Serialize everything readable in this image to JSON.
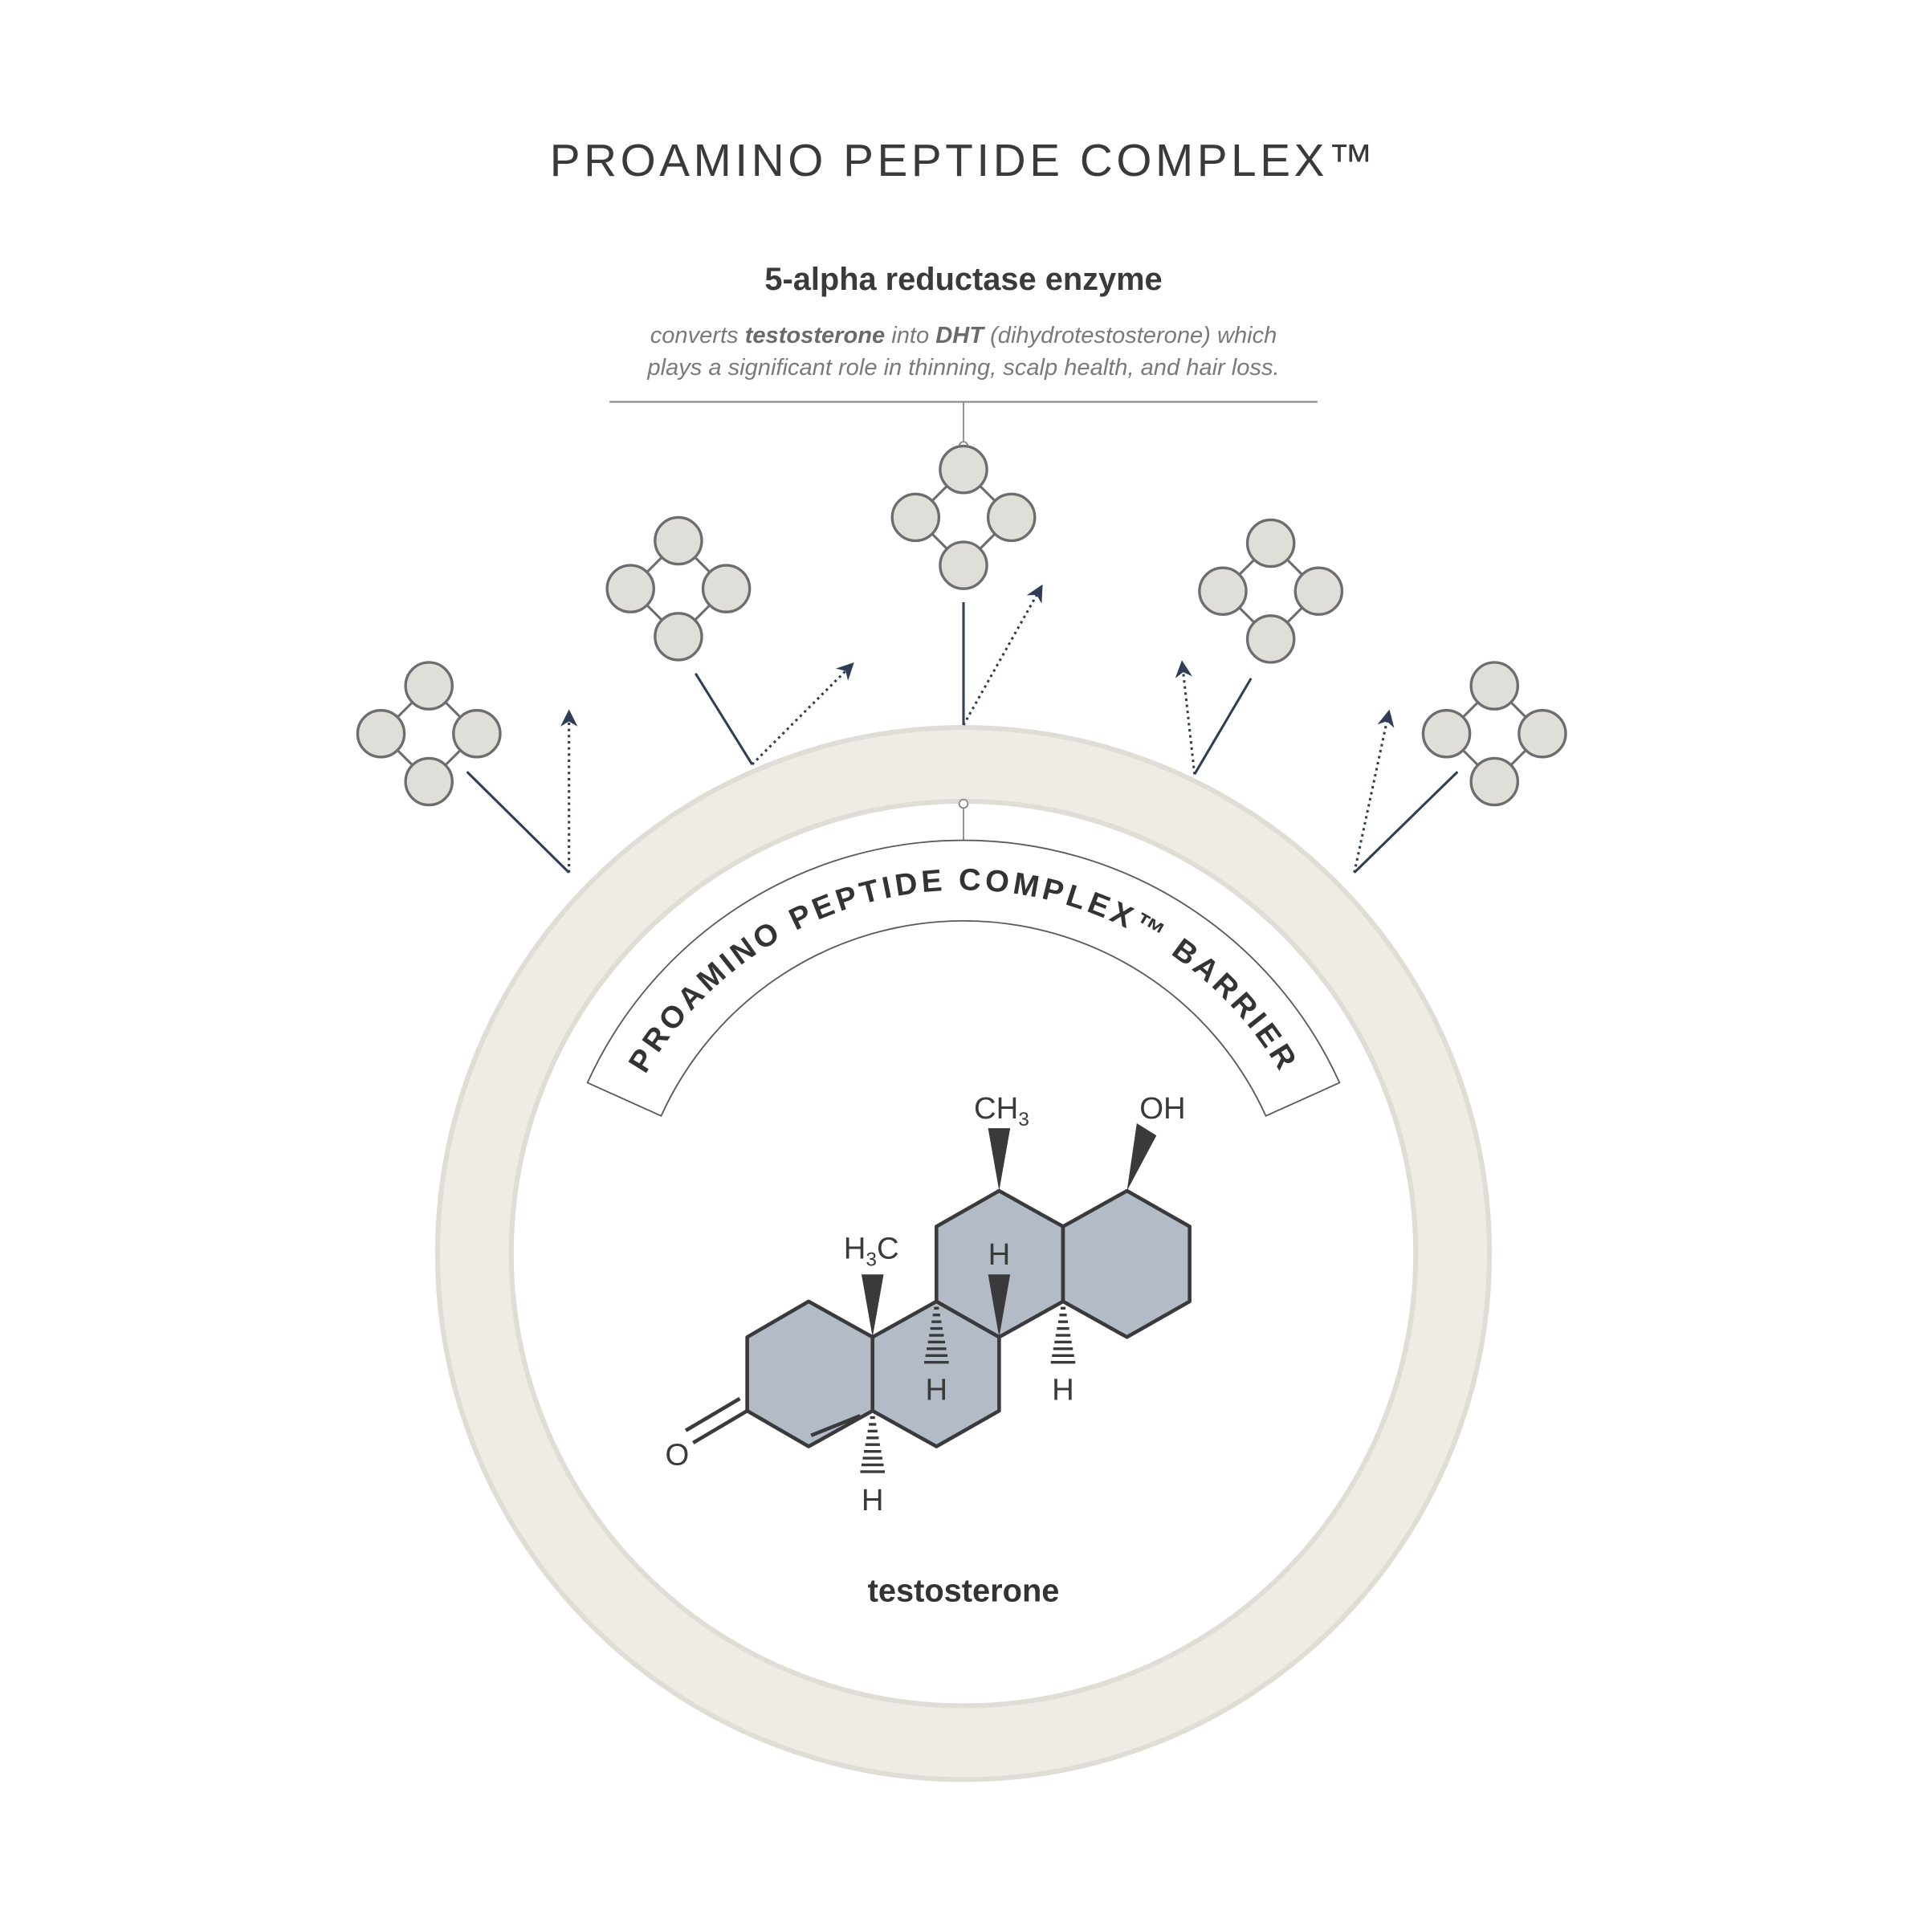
{
  "title": "PROAMINO PEPTIDE COMPLEX™",
  "enzyme": {
    "heading": "5-alpha reductase enzyme",
    "desc_1": "converts ",
    "desc_bold_1": "testosterone",
    "desc_2": " into ",
    "desc_bold_2": "DHT",
    "desc_3": " (dihydrotestosterone) which",
    "desc_line2": "plays a significant role in thinning, scalp health, and hair loss."
  },
  "barrier_label": "PROAMINO PEPTIDE COMPLEX™ BARRIER",
  "molecule": {
    "name": "testosterone",
    "atoms": {
      "ch3_main": "CH",
      "ch3_sub": "3",
      "h3c_main_h": "H",
      "h3c_sub": "3",
      "h3c_main_c": "C",
      "oh": "OH",
      "o": "O",
      "h": "H"
    }
  },
  "colors": {
    "ring": "#eeece5",
    "ring_edge": "#e0ddd6",
    "molecule_fill": "#b3bcc6",
    "arrow": "#2f3e55",
    "peptide": "#e0ded8"
  }
}
